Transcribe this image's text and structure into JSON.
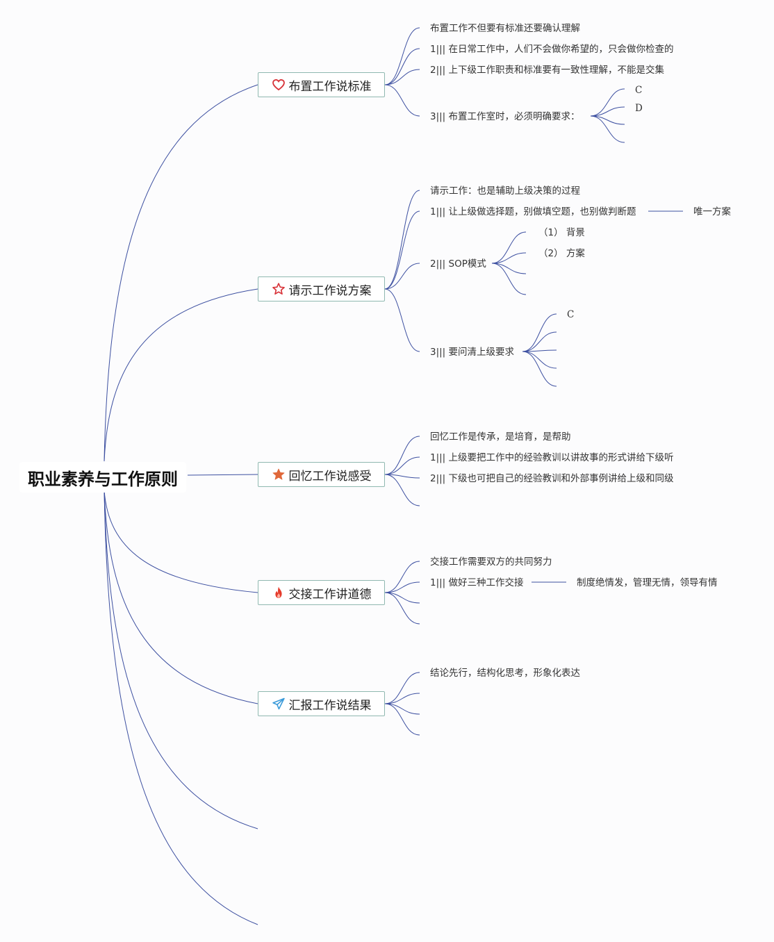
{
  "root": {
    "title": "职业素养与工作原则"
  },
  "branches": [
    {
      "title": "布置工作说标准",
      "icon": "heart-icon",
      "items": [
        "布置工作不但要有标准还要确认理解",
        "1||| 在日常工作中，人们不会做你希望的，只会做你检查的",
        "2||| 上下级工作职责和标准要有一致性理解，不能是交集",
        "3||| 布置工作室时，必须明确要求："
      ],
      "sub": [
        "C",
        "D"
      ]
    },
    {
      "title": "请示工作说方案",
      "icon": "star-outline-icon",
      "items": [
        "请示工作：也是辅助上级决策的过程",
        "1||| 让上级做选择题，别做填空题，也别做判断题",
        "2||| SOP模式",
        "3||| 要问清上级要求"
      ],
      "extra": "唯一方案",
      "sop": [
        "（1） 背景",
        "（2） 方案"
      ],
      "req": [
        "C"
      ]
    },
    {
      "title": "回忆工作说感受",
      "icon": "star-filled-icon",
      "items": [
        "回忆工作是传承，是培育，是帮助",
        "1||| 上级要把工作中的经验教训以讲故事的形式讲给下级听",
        "2||| 下级也可把自己的经验教训和外部事例讲给上级和同级"
      ]
    },
    {
      "title": "交接工作讲道德",
      "icon": "flame-icon",
      "items": [
        "交接工作需要双方的共同努力",
        "1||| 做好三种工作交接"
      ],
      "extra": "制度绝情发，管理无情，领导有情"
    },
    {
      "title": "汇报工作说结果",
      "icon": "send-icon",
      "items": [
        "结论先行，结构化思考，形象化表达"
      ]
    }
  ],
  "colors": {
    "line": "#3c4fa0",
    "branch_border": "#8fb8b0",
    "heart": "#d8343a",
    "star_outline": "#d8343a",
    "star_filled": "#e0683a",
    "flame": "#e53b2c",
    "send": "#3a9ad9"
  }
}
